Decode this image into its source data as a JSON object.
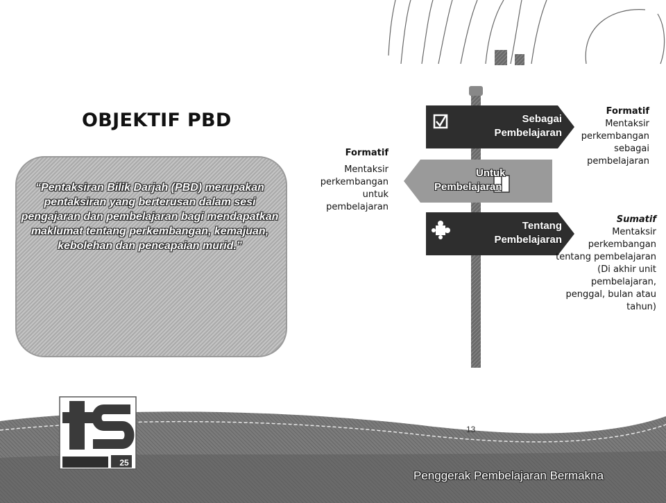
{
  "title": "OBJEKTIF PBD",
  "quote": "“Pentaksiran Bilik Darjah (PBD) merupakan pentaksiran yang berterusan dalam sesi pengajaran dan pembelajaran bagi mendapatkan maklumat tentang perkembangan, kemajuan, kebolehan dan pencapaian murid.”",
  "signs": [
    {
      "line1": "Sebagai",
      "line2": "Pembelajaran",
      "icon": "checkbox-icon",
      "direction": "right"
    },
    {
      "line1": "Untuk",
      "line2": "Pembelajaran",
      "icon": "book-icon",
      "direction": "left"
    },
    {
      "line1": "Tentang",
      "line2": "Pembelajaran",
      "icon": "puzzle-icon",
      "direction": "right"
    }
  ],
  "descriptions": {
    "sebagai": {
      "head": "Formatif",
      "lines": [
        "Mentaksir",
        "perkembangan",
        "sebagai",
        "pembelajaran"
      ]
    },
    "untuk": {
      "head": "Formatif",
      "lines": [
        "Mentaksir",
        "perkembangan",
        "untuk",
        "pembelajaran"
      ]
    },
    "tentang": {
      "head": "Sumatif",
      "lines": [
        "Mentaksir",
        "perkembangan",
        "tentang pembelajaran",
        "(Di akhir unit",
        "pembelajaran,",
        "penggal, bulan atau",
        "tahun)"
      ]
    }
  },
  "page_number": "13",
  "footer": "Penggerak Pembelajaran Bermakna",
  "logo": {
    "mark": "tS",
    "number": "25"
  },
  "colors": {
    "sign_dark": "#2e2e2e",
    "sign_light": "#9a9a9a",
    "footer_band": "#6e6e6e",
    "box_fill": "#b8b8b8"
  }
}
